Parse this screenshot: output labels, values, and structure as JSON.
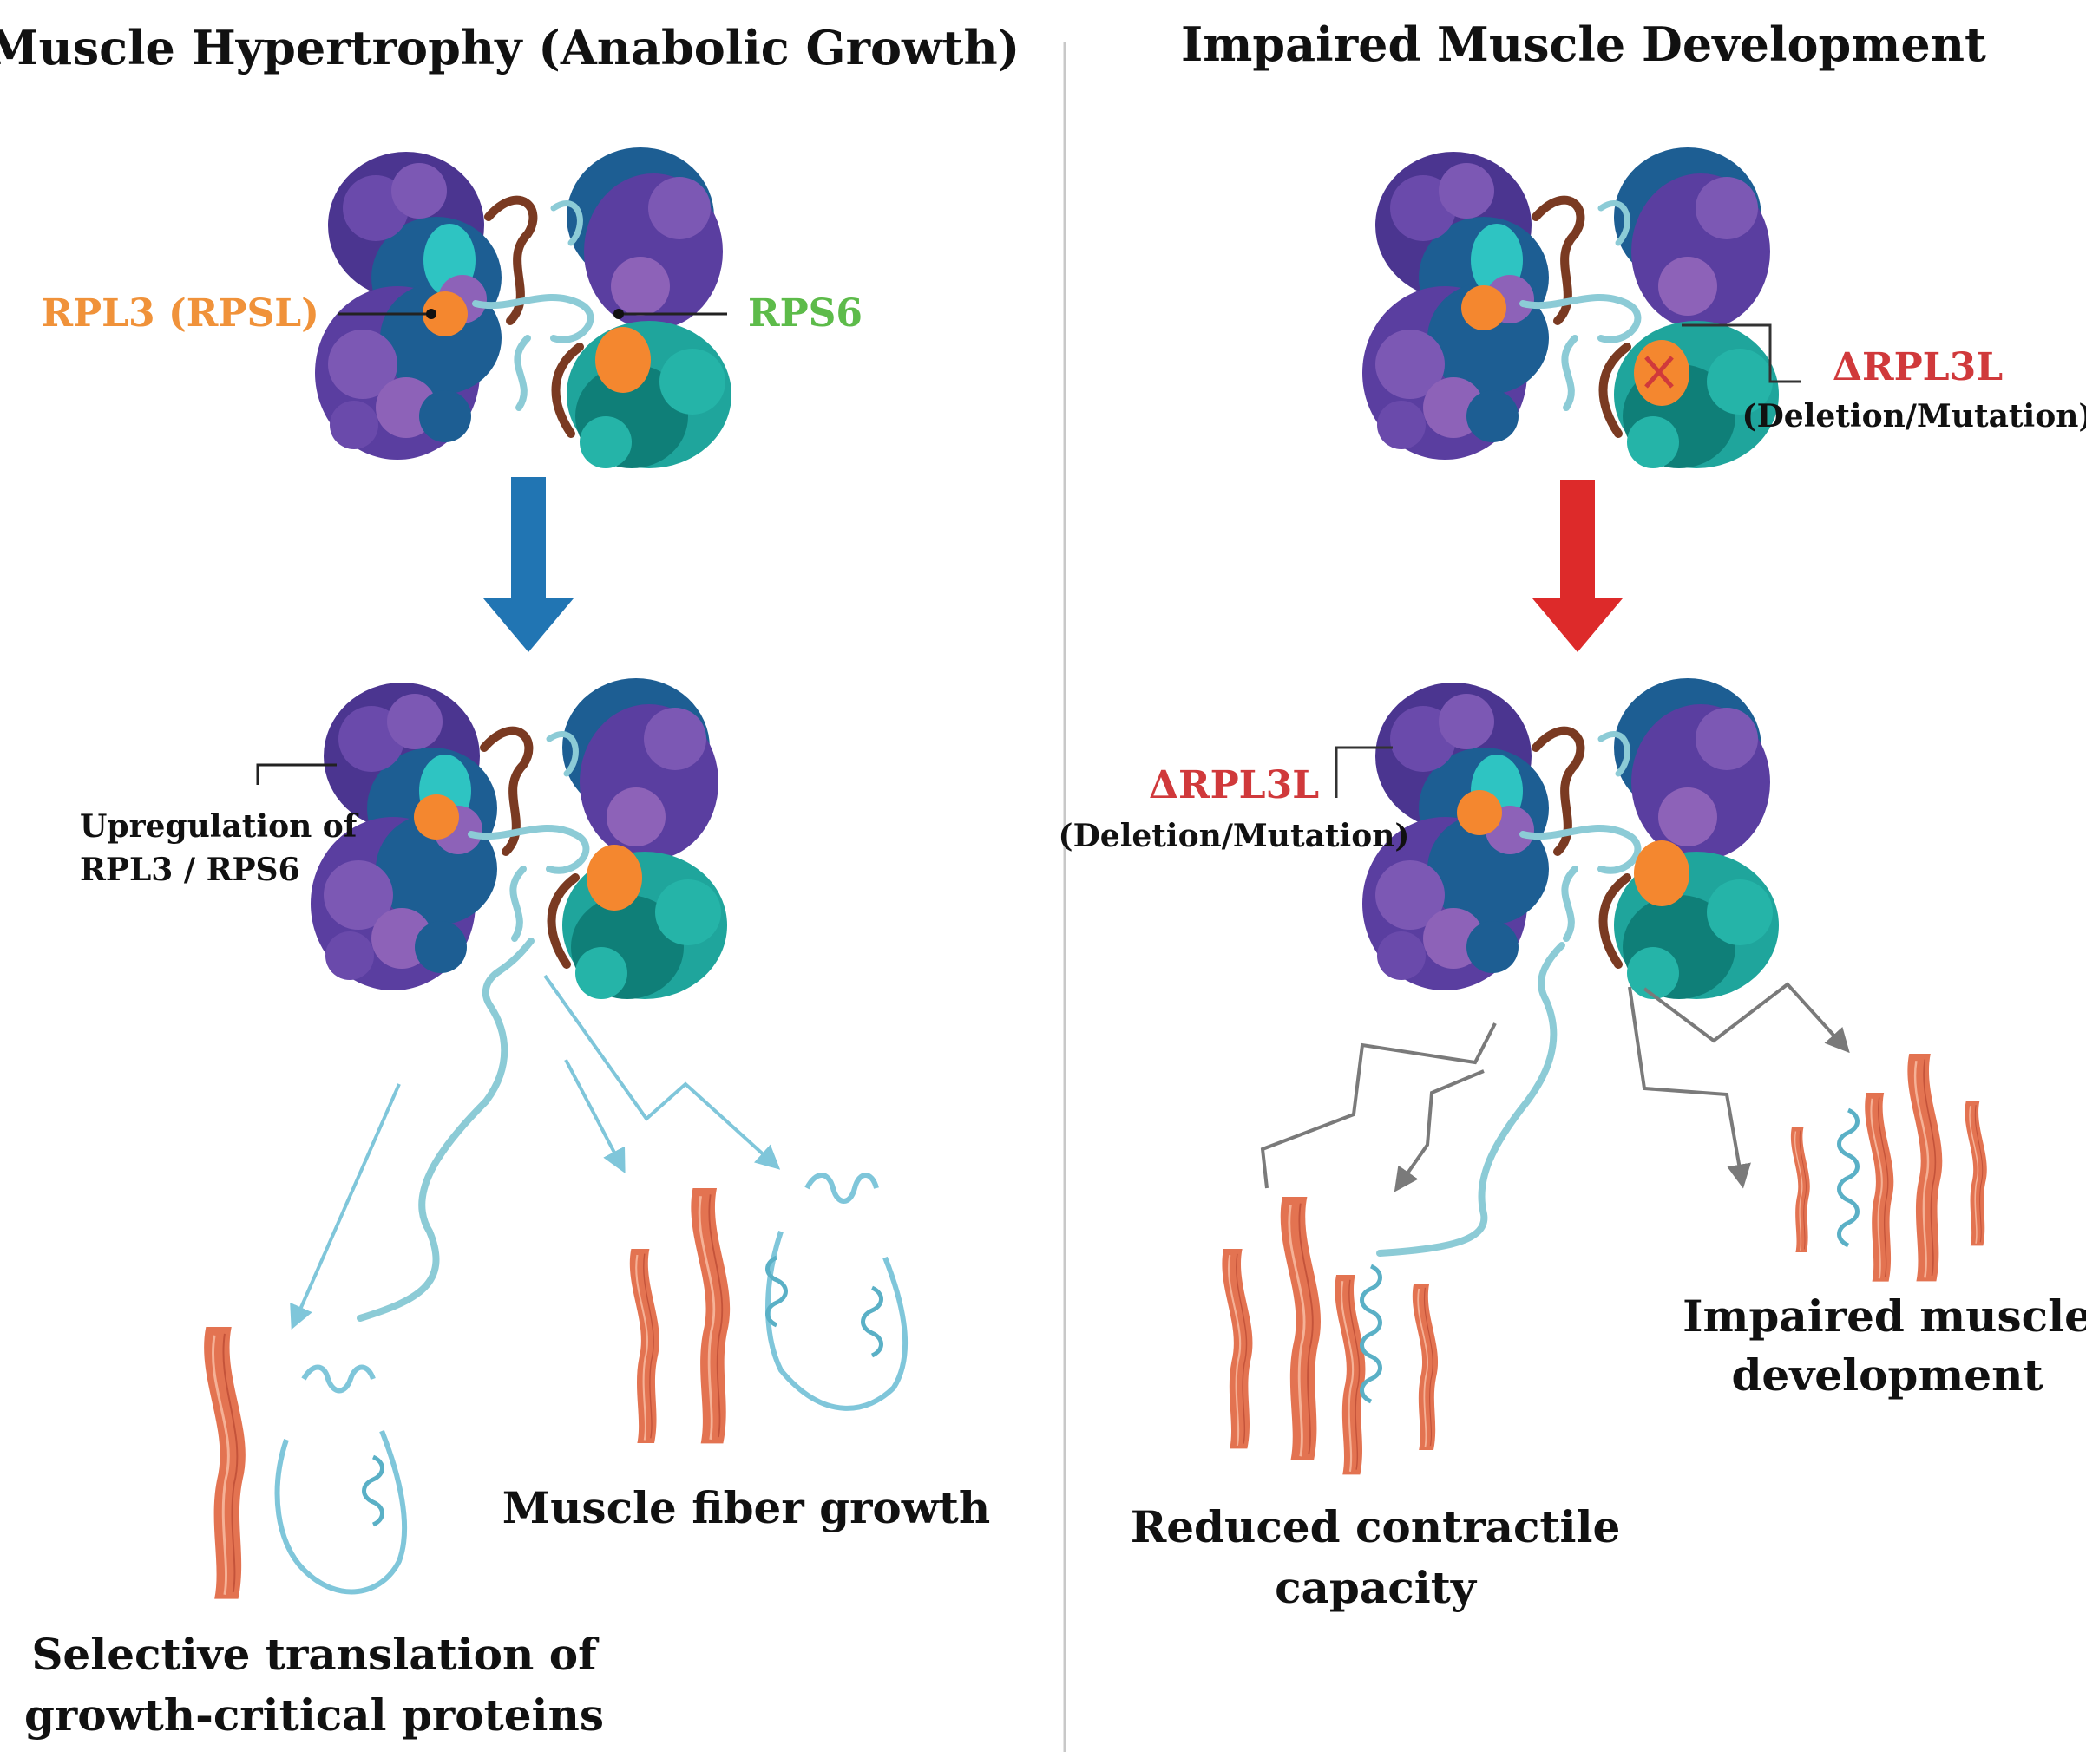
{
  "left_panel": {
    "title": "Muscle Hypertrophy (Anabolic Growth)",
    "label_rpl3": "RPL3 (RPSL)",
    "label_rps6": "RPS6",
    "upregulation_line1": "Upregulation of",
    "upregulation_line2": "RPL3 / RPS6",
    "fiber_growth": "Muscle fiber growth",
    "selective_line1": "Selective translation of",
    "selective_line2": "growth-critical proteins"
  },
  "right_panel": {
    "title": "Impaired Muscle Development",
    "deletion_label_top": "ΔRPL3L",
    "deletion_sub_top": "(Deletion/Mutation)",
    "deletion_label_mid": "ΔRPL3L",
    "deletion_sub_mid": "(Deletion/Mutation)",
    "impaired_line1": "Impaired muscle",
    "impaired_line2": "development",
    "reduced_line1": "Reduced contractile",
    "reduced_line2": "capacity"
  },
  "colors": {
    "title_text": "#111111",
    "rpl3_orange": "#f0923a",
    "rps6_green": "#5dbb4a",
    "deletion_red": "#d0393b",
    "arrow_blue": "#2175b3",
    "arrow_red": "#dd2a2a",
    "purple_dark": "#4b3590",
    "purple_light": "#8d62b8",
    "blue_dark": "#1d5e93",
    "teal": "#1fa59c",
    "teal_dark": "#0f7f78",
    "cyan": "#2ec4c2",
    "orange_site": "#f4872f",
    "rna_strand": "#8ccbd6",
    "brown_strand": "#7a3a22",
    "muscle_fiber": "#e37351",
    "pathway_light_blue": "#7fc6da",
    "pathway_grey": "#7a7a7a",
    "divider": "#c8c8c8"
  }
}
